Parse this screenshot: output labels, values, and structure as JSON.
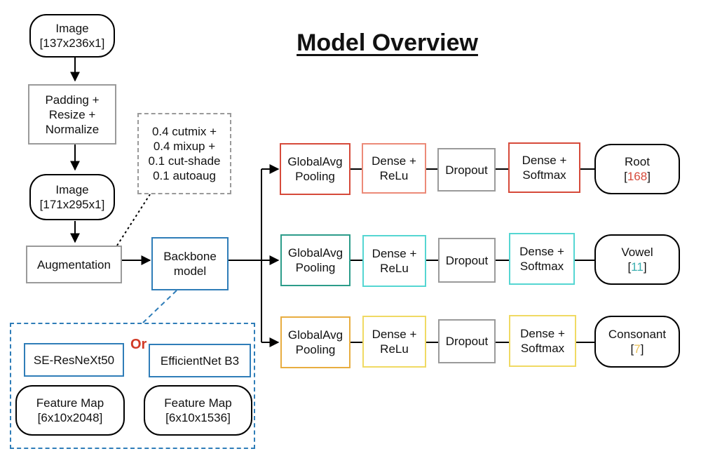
{
  "title": "Model Overview",
  "input": {
    "image": {
      "line1": "Image",
      "line2": "[137x236x1]"
    },
    "preprocess": {
      "line1": "Padding +",
      "line2": "Resize +",
      "line3": "Normalize"
    },
    "image_resized": {
      "line1": "Image",
      "line2": "[171x295x1]"
    },
    "augmentation": "Augmentation",
    "aug_note": {
      "line1": "0.4 cutmix +",
      "line2": "0.4 mixup +",
      "line3": "0.1 cut-shade",
      "line4": "0.1 autoaug"
    }
  },
  "backbone": {
    "label": {
      "line1": "Backbone",
      "line2": "model"
    },
    "or": "Or",
    "options": [
      {
        "name": "SE-ResNeXt50",
        "feature_line1": "Feature Map",
        "feature_line2": "[6x10x2048]"
      },
      {
        "name": "EfficientNet B3",
        "feature_line1": "Feature Map",
        "feature_line2": "[6x10x1536]"
      }
    ]
  },
  "heads": [
    {
      "pool": {
        "line1": "GlobalAvg",
        "line2": "Pooling"
      },
      "dense": {
        "line1": "Dense +",
        "line2": "ReLu"
      },
      "dropout": "Dropout",
      "softmax": {
        "line1": "Dense +",
        "line2": "Softmax"
      },
      "output": {
        "label": "Root",
        "bracket_open": "[",
        "count": "168",
        "bracket_close": "]"
      },
      "count_color": "#d64a3a"
    },
    {
      "pool": {
        "line1": "GlobalAvg",
        "line2": "Pooling"
      },
      "dense": {
        "line1": "Dense +",
        "line2": "ReLu"
      },
      "dropout": "Dropout",
      "softmax": {
        "line1": "Dense +",
        "line2": "Softmax"
      },
      "output": {
        "label": "Vowel",
        "bracket_open": "[",
        "count": "11",
        "bracket_close": "]"
      },
      "count_color": "#3aaeb0"
    },
    {
      "pool": {
        "line1": "GlobalAvg",
        "line2": "Pooling"
      },
      "dense": {
        "line1": "Dense +",
        "line2": "ReLu"
      },
      "dropout": "Dropout",
      "softmax": {
        "line1": "Dense +",
        "line2": "Softmax"
      },
      "output": {
        "label": "Consonant",
        "bracket_open": "[",
        "count": "7",
        "bracket_close": "]"
      },
      "count_color": "#e8c15a"
    }
  ],
  "colors": {
    "red_head": "#d64a3a",
    "red_light": "#ec8a78",
    "teal_head": "#2c9c8a",
    "teal_light": "#55d6d2",
    "orange_head": "#e8ad40",
    "orange_light": "#f0da63",
    "backbone_blue": "#2f7db8",
    "grey": "#9a9a9a",
    "or_red": "#d13a26"
  }
}
